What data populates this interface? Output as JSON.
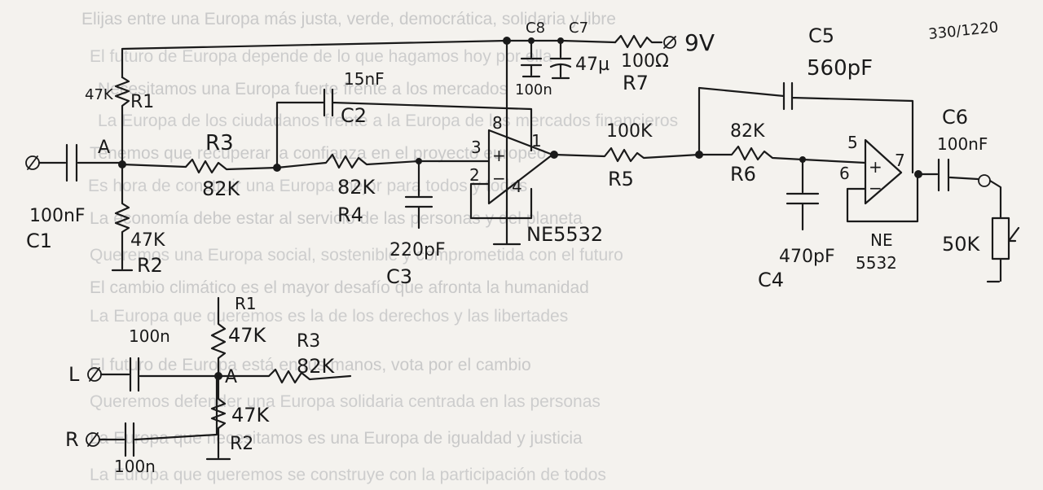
{
  "header": {
    "note": "330/1220"
  },
  "background_text": [
    "Elijas entre una Europa más justa, verde, democrática, solidaria y libre",
    "El futuro de Europa depende de lo que hagamos hoy por ella",
    "Necesitamos una Europa fuerte frente a los mercados",
    "La Europa de los ciudadanos frente a la Europa de los mercados financieros",
    "Tenemos que recuperar la confianza en el proyecto europeo",
    "Es hora de construir una Europa mejor para todos y todas",
    "La economía debe estar al servicio de las personas y del planeta",
    "Queremos una Europa social, sostenible y comprometida con el futuro",
    "El cambio climático es el mayor desafío que afronta la humanidad",
    "La Europa que queremos es la de los derechos y las libertades",
    "El futuro de Europa está en tus manos, vota por el cambio",
    "Queremos defender una Europa solidaria centrada en las personas",
    "La Europa que necesitamos es una Europa de igualdad y justicia",
    "La Europa que queremos se construye con la participación de todos"
  ],
  "main_circuit": {
    "input": {
      "symbol": "⊘"
    },
    "node_a": "A",
    "supply": {
      "label": "9V"
    },
    "c1": {
      "name": "C1",
      "value": "100nF"
    },
    "r1": {
      "name": "R1",
      "value": "47K"
    },
    "r2": {
      "name": "R2",
      "value": "47K"
    },
    "r3": {
      "name": "R3",
      "value": "82K"
    },
    "c2": {
      "name": "C2",
      "value": "15nF"
    },
    "r4": {
      "name": "R4",
      "value": "82K"
    },
    "c3": {
      "name": "C3",
      "value": "220pF"
    },
    "c8": {
      "name": "C8",
      "value": "100n"
    },
    "c7": {
      "name": "C7",
      "value": "47µ"
    },
    "r7": {
      "name": "R7",
      "value": "100Ω"
    },
    "op1": {
      "name": "NE5532",
      "pin_plus": "3",
      "pin_minus": "2",
      "pin_out": "1",
      "pin_vcc": "8",
      "pin_gnd": "4",
      "plus": "+",
      "minus": "−"
    },
    "r5": {
      "name": "R5",
      "value": "100K"
    },
    "r6": {
      "name": "R6",
      "value": "82K"
    },
    "c5": {
      "name": "C5",
      "value": "560pF"
    },
    "c4": {
      "name": "C4",
      "value": "470pF"
    },
    "op2": {
      "name_line1": "NE",
      "name_line2": "5532",
      "pin_plus": "5",
      "pin_minus": "6",
      "pin_out": "7",
      "plus": "+",
      "minus": "−"
    },
    "c6": {
      "name": "C6",
      "value": "100nF"
    },
    "pot": {
      "value": "50K"
    }
  },
  "mixer_circuit": {
    "left_in": {
      "label": "L"
    },
    "right_in": {
      "label": "R"
    },
    "c_left": {
      "value": "100n"
    },
    "c_right": {
      "value": "100n"
    },
    "node_a": "A",
    "r1": {
      "name": "R1",
      "value": "47K"
    },
    "r2": {
      "name": "R2",
      "value": "47K"
    },
    "r3": {
      "name": "R3",
      "value": "82K"
    }
  }
}
